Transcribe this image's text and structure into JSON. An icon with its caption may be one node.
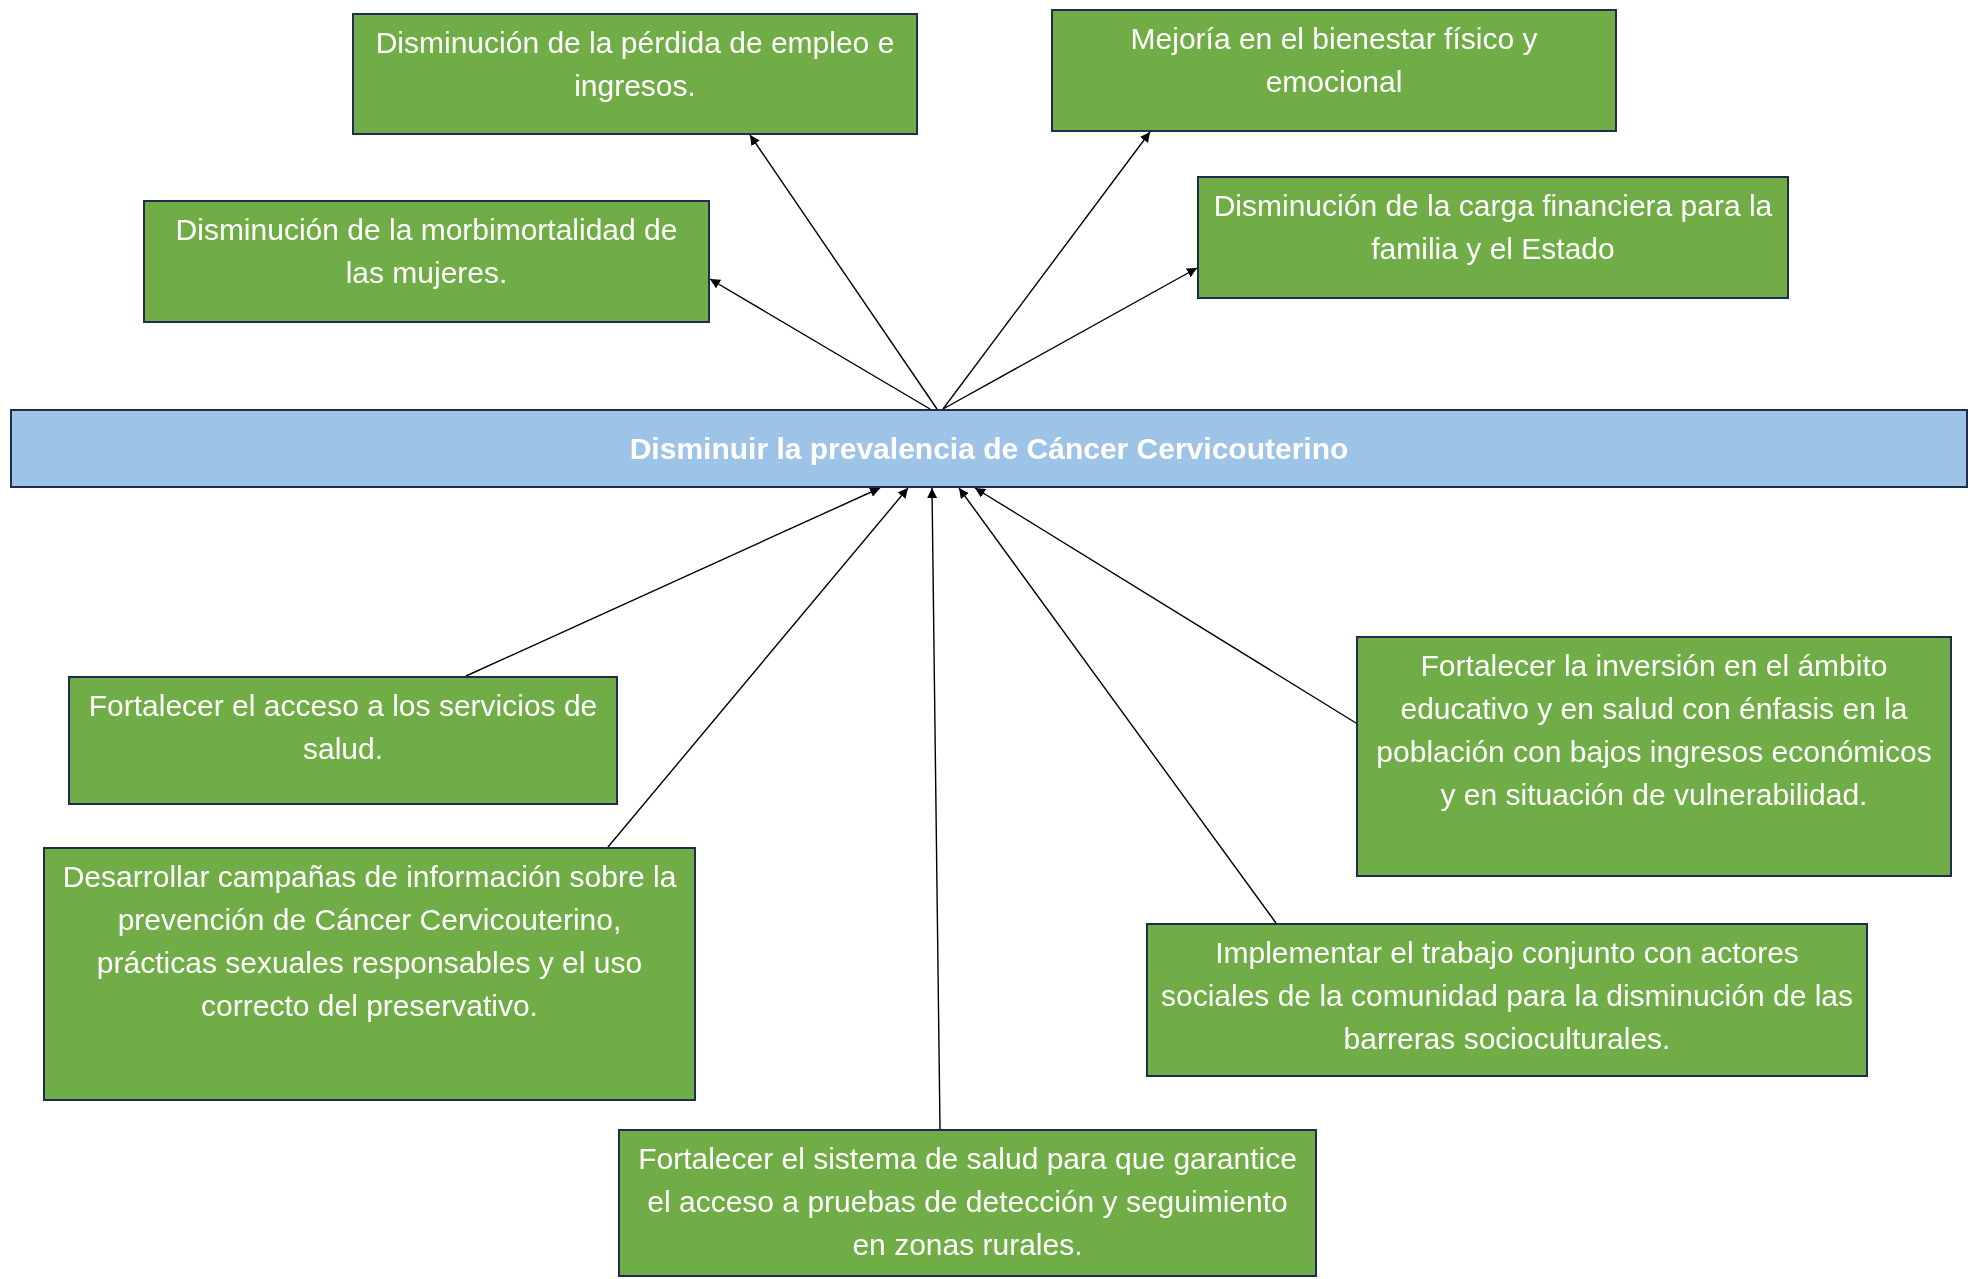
{
  "diagram": {
    "nodes": [
      {
        "text": [
          "Disminución de la pérdida de empleo e ingresos."
        ]
      },
      {
        "text": [
          "Mejoría en el bienestar físico y emocional"
        ]
      },
      {
        "text": [
          "Disminución de la morbimortalidad de las mujeres."
        ]
      },
      {
        "text": [
          "Disminución de la carga financiera para la familia y el Estado"
        ]
      },
      {
        "text": [
          "Disminuir la prevalencia de Cáncer Cervicouterino"
        ]
      },
      {
        "text": [
          "Fortalecer el acceso a los servicios de salud."
        ]
      },
      {
        "text": [
          "Fortalecer la inversión en el ámbito educativo y en salud con énfasis en la población con bajos ingresos económicos y en situación de vulnerabilidad."
        ]
      },
      {
        "text": [
          "Desarrollar campañas de información sobre la prevención de Cáncer Cervicouterino, prácticas sexuales responsables y el uso correcto del preservativo."
        ]
      },
      {
        "text": [
          "Implementar el trabajo conjunto con actores sociales de la comunidad para la disminución de las barreras socioculturales."
        ]
      },
      {
        "text": [
          "Fortalecer el sistema de salud para que garantice el acceso a pruebas de detección y seguimiento en zonas rurales."
        ]
      }
    ],
    "edges": [
      {
        "from": 4,
        "to": 2,
        "arrow": "to"
      },
      {
        "from": 4,
        "to": 0,
        "arrow": "to"
      },
      {
        "from": 4,
        "to": 1,
        "arrow": "to"
      },
      {
        "from": 4,
        "to": 3,
        "arrow": "to"
      },
      {
        "from": 5,
        "to": 4,
        "arrow": "to"
      },
      {
        "from": 7,
        "to": 4,
        "arrow": "to"
      },
      {
        "from": 9,
        "to": 4,
        "arrow": "to"
      },
      {
        "from": 8,
        "to": 4,
        "arrow": "to"
      },
      {
        "from": 6,
        "to": 4,
        "arrow": "to"
      }
    ]
  }
}
